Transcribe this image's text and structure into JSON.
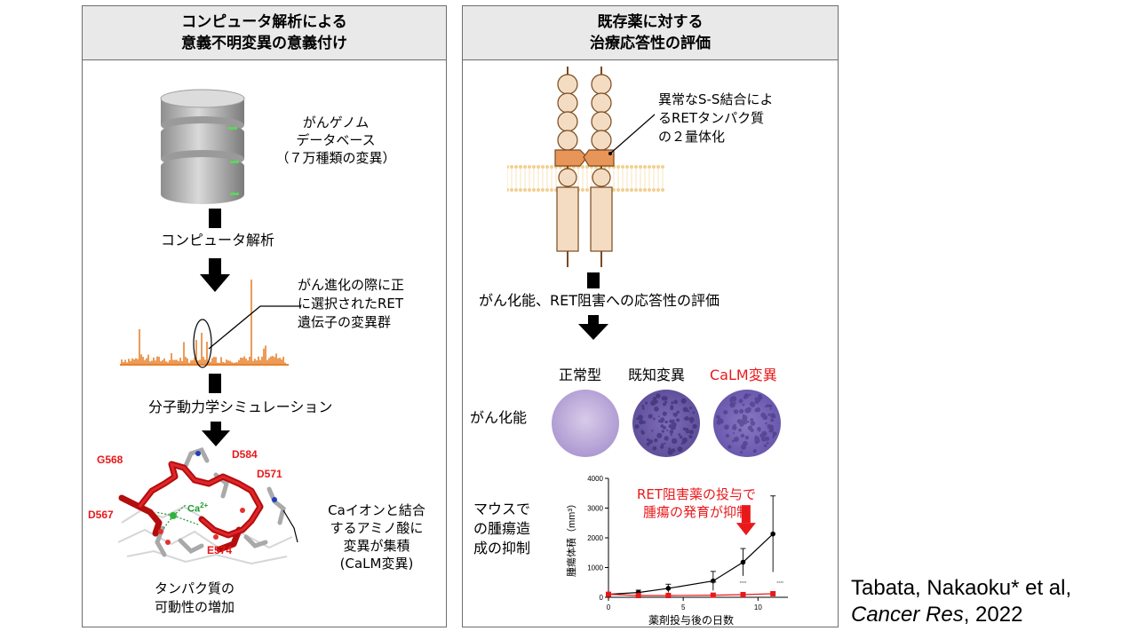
{
  "left_panel": {
    "title_line1": "コンピュータ解析による",
    "title_line2": "意義不明変異の意義付け",
    "db_line1": "がんゲノム",
    "db_line2": "データベース",
    "db_line3": "（７万種類の変異）",
    "step1": "コンピュータ解析",
    "selected_line1": "がん進化の際に正",
    "selected_line2": "に選択されたRET",
    "selected_line3": "遺伝子の変異群",
    "step2": "分子動力学シミュレーション",
    "residues": [
      "G568",
      "D584",
      "D571",
      "D567",
      "E574"
    ],
    "ca_label": "Ca",
    "ca_charge": "2+",
    "calm_line1": "Caイオンと結合",
    "calm_line2": "するアミノ酸に",
    "calm_line3": "変異が集積",
    "calm_line4": "(CaLM変異)",
    "protein_line1": "タンパク質の",
    "protein_line2": "可動性の増加"
  },
  "right_panel": {
    "title_line1": "既存薬に対する",
    "title_line2": "治療応答性の評価",
    "dimer_line1": "異常なS-S結合によ",
    "dimer_line2": "るRETタンパク質",
    "dimer_line3": "の２量体化",
    "eval_text": "がん化能、RET阻害への応答性の評価",
    "col_labels": [
      "正常型",
      "既知変異",
      "CaLM変異"
    ],
    "row1_label": "がん化能",
    "row2_line1": "マウスで",
    "row2_line2": "の腫瘍造",
    "row2_line3": "成の抑制",
    "annotation_line1": "RET阻害薬の投与で",
    "annotation_line2": "腫瘍の発育が抑制"
  },
  "citation": {
    "line1": "Tabata, Nakaoku* et al,",
    "journal": "Cancer Res",
    "year": ", 2022"
  },
  "colors": {
    "accent_red": "#e8191b",
    "orange": "#e8822e",
    "crystal_violet": "#8a72bf"
  },
  "chart_data": {
    "type": "line",
    "title": "",
    "xlabel": "薬剤投与後の日数",
    "ylabel": "腫瘍体積（mm³）",
    "xlim": [
      0,
      12
    ],
    "ylim": [
      0,
      4000
    ],
    "xticks": [
      0,
      5,
      10
    ],
    "yticks": [
      0,
      1000,
      2000,
      3000,
      4000
    ],
    "series": [
      {
        "color": "#000000",
        "x": [
          0,
          2,
          4,
          7,
          9,
          11
        ],
        "y": [
          100,
          160,
          300,
          550,
          1180,
          2130
        ],
        "err": [
          60,
          80,
          140,
          320,
          460,
          1280
        ]
      },
      {
        "color": "#e8191b",
        "x": [
          0,
          2,
          4,
          7,
          9,
          11
        ],
        "y": [
          100,
          60,
          60,
          70,
          90,
          120
        ],
        "err": [
          20,
          20,
          20,
          20,
          30,
          40
        ]
      }
    ],
    "significance_marks": [
      "****",
      "****",
      "****"
    ]
  }
}
